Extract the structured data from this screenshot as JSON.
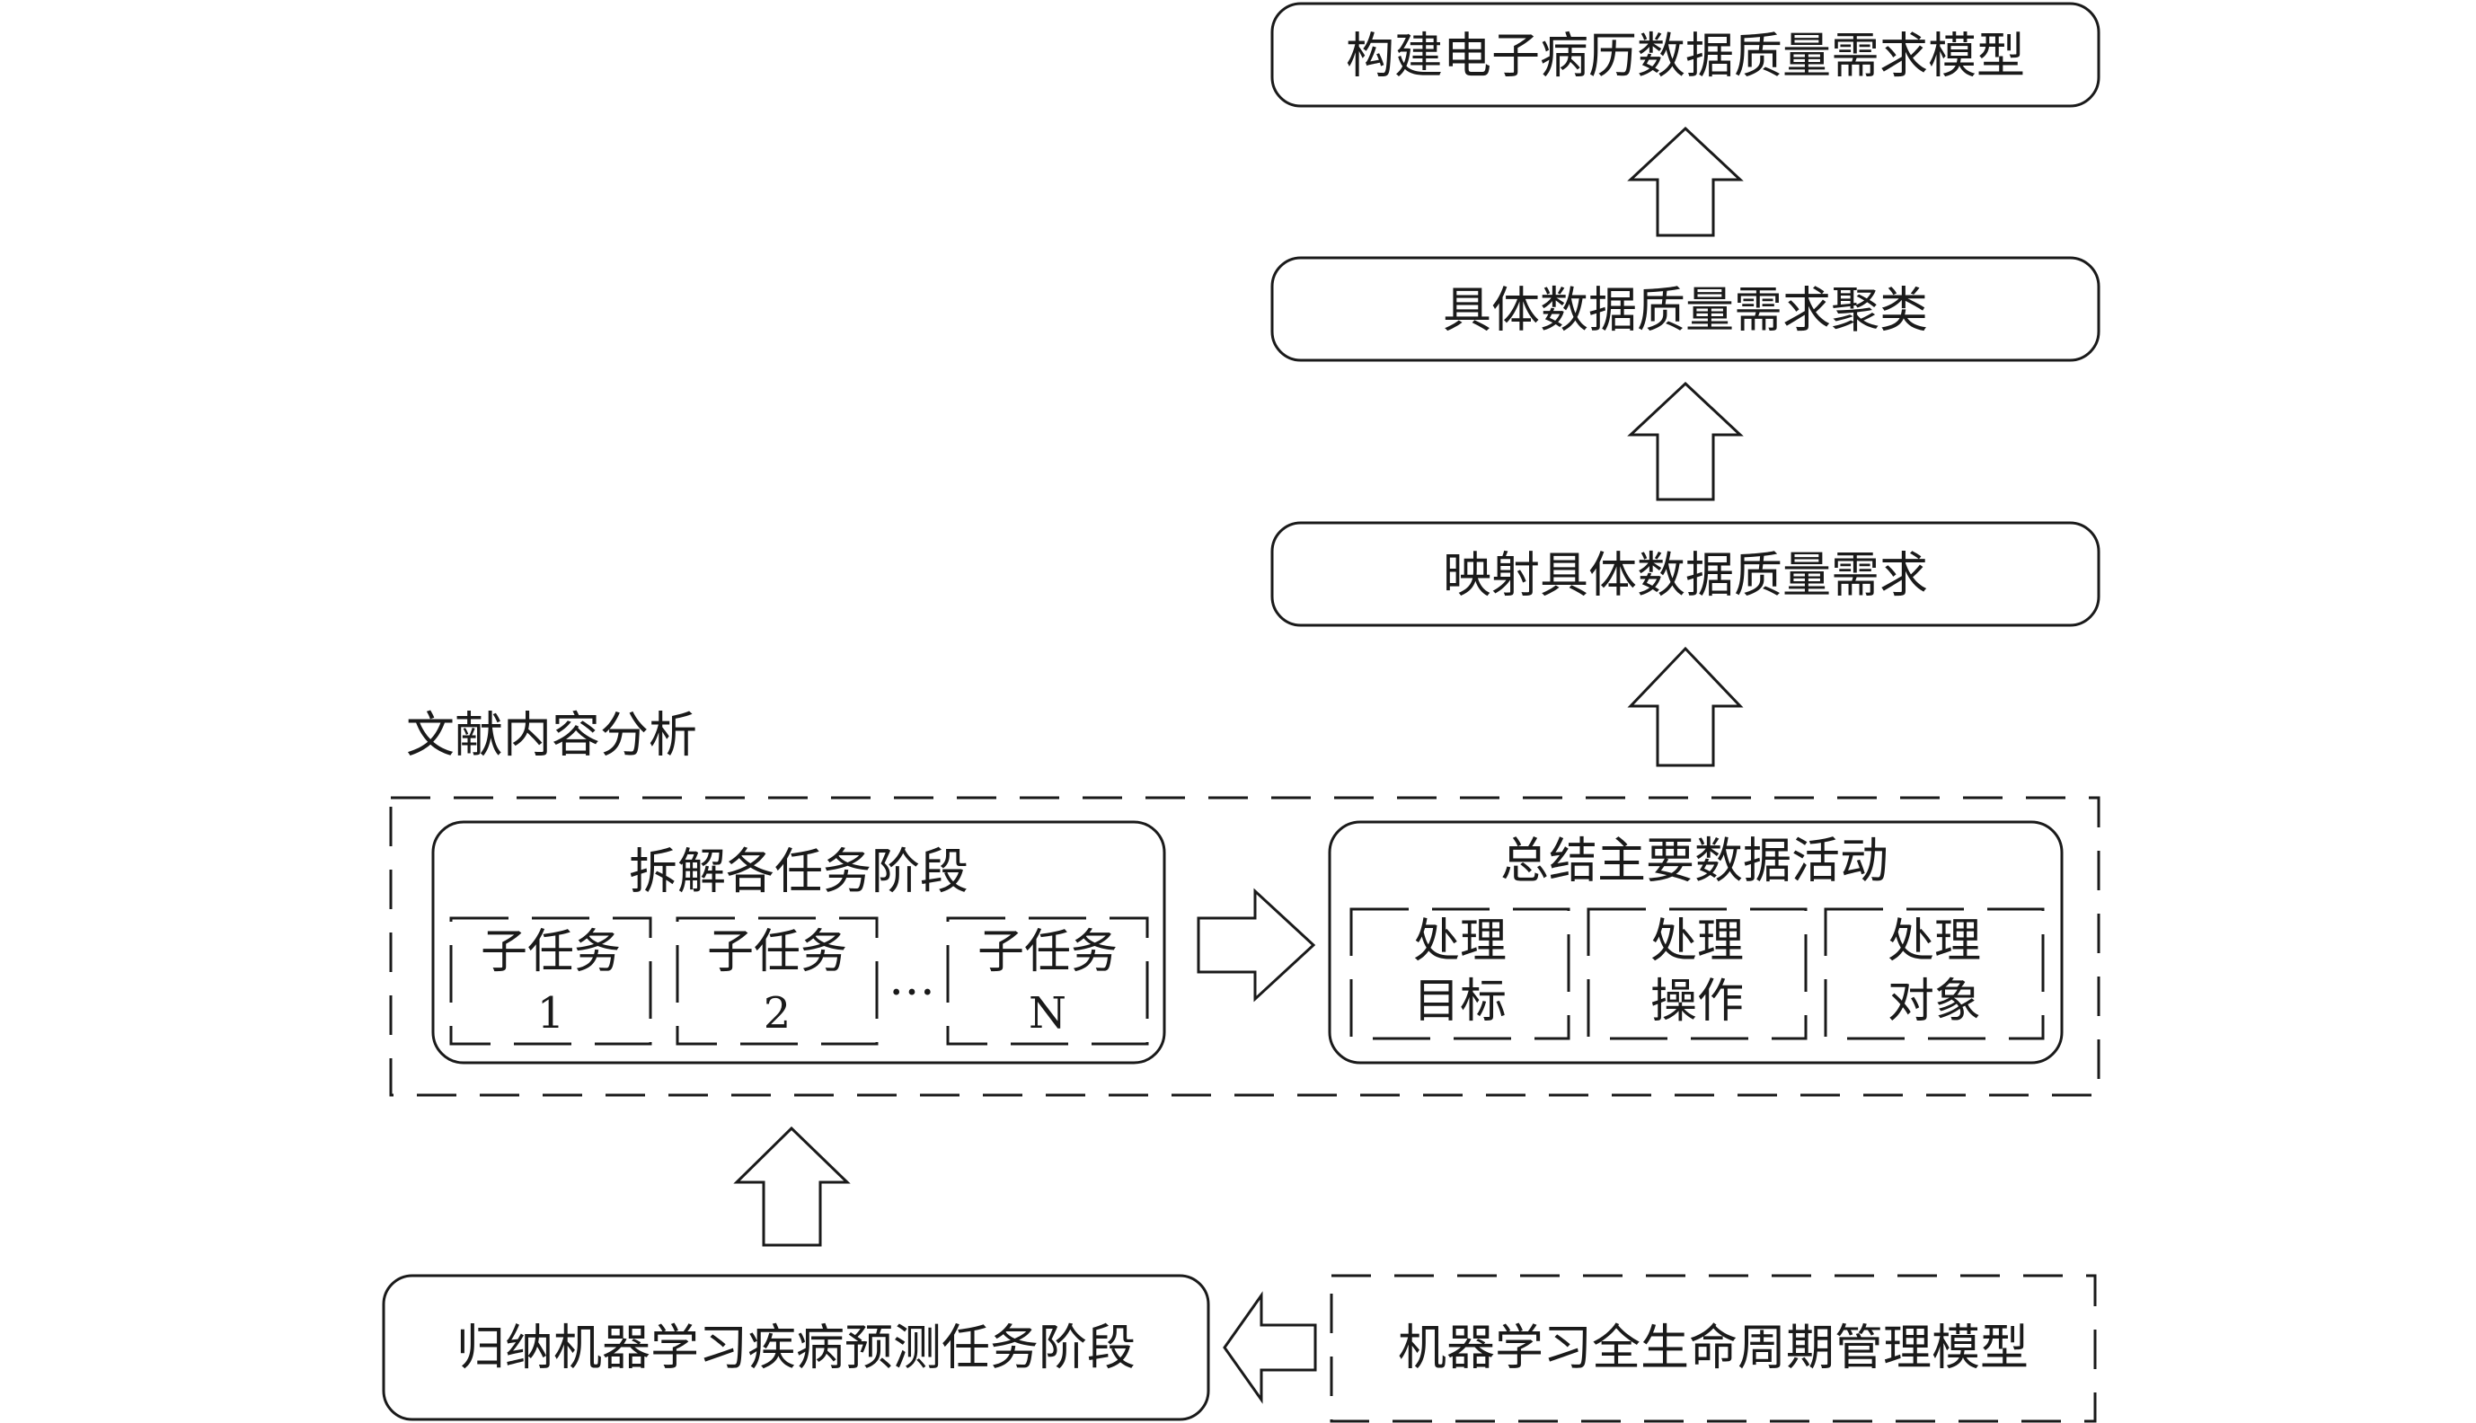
{
  "boxes": {
    "build_model": "构建电子病历数据质量需求模型",
    "cluster": "具体数据质量需求聚类",
    "map": "映射具体数据质量需求",
    "induce_stages": "归纳机器学习疾病预测任务阶段",
    "ml_lifecycle": "机器学习全生命周期管理模型"
  },
  "literature_label": "文献内容分析",
  "decompose": {
    "title": "拆解各任务阶段",
    "subtasks": [
      {
        "name": "子任务",
        "num": "1"
      },
      {
        "name": "子任务",
        "num": "2"
      },
      {
        "name": "子任务",
        "num": "N"
      }
    ],
    "ellipsis": "…"
  },
  "summarize": {
    "title": "总结主要数据活动",
    "items": [
      {
        "line1": "处理",
        "line2": "目标"
      },
      {
        "line1": "处理",
        "line2": "操作"
      },
      {
        "line1": "处理",
        "line2": "对象"
      }
    ]
  }
}
